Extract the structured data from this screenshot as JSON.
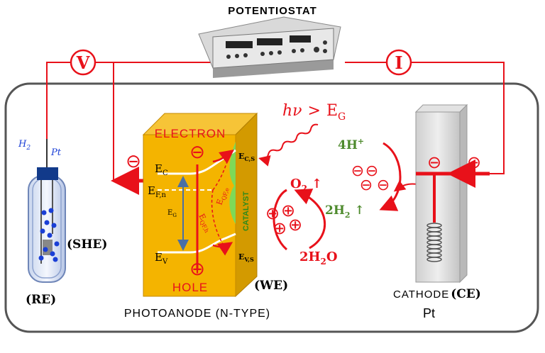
{
  "title": "POTENTIOSTAT",
  "meters": {
    "voltage": "V",
    "current": "I"
  },
  "reference": {
    "gas": "H",
    "gas_sub": "2",
    "metal": "Pt",
    "she": "(SHE)",
    "label": "(RE)"
  },
  "photoanode": {
    "electron": "ELECTRON",
    "hole": "HOLE",
    "ec": "E",
    "ec_sub": "C",
    "efn": "E",
    "efn_sub": "F,n",
    "eg": "E",
    "eg_sub": "G",
    "ev": "E",
    "ev_sub": "V",
    "ecs": "E",
    "ecs_sub": "C,S",
    "evs": "E",
    "evs_sub": "V,S",
    "qfe": "E",
    "qfe_sub": "QF,e",
    "qfh": "E",
    "qfh_sub": "QF,h",
    "catalyst": "CATALYST",
    "we": "(WE)",
    "label": "PHOTOANODE (N-TYPE)"
  },
  "light": {
    "hv": "hν",
    "gt": ">",
    "eg": "E",
    "eg_sub": "G"
  },
  "reactions": {
    "o2": "O",
    "o2_sub": "2",
    "o2_arrow": "↑",
    "water_coef": "2H",
    "water_sub": "2",
    "water_tail": "O",
    "h_plus": "4H",
    "h_plus_sup": "+",
    "h2_coef": "2H",
    "h2_sub": "2",
    "h2_arrow": "↑"
  },
  "cathode": {
    "label": "CATHODE",
    "ce": "(CE)",
    "metal": "Pt"
  },
  "symbols": {
    "minus": "⊖",
    "plus": "⊕"
  },
  "colors": {
    "wire": "#e8111a",
    "anode": "#f4b400",
    "anode_side": "#d99a00",
    "catalyst": "#7ed957",
    "green_text": "#4d8a2c",
    "blue": "#1a3fd6"
  }
}
